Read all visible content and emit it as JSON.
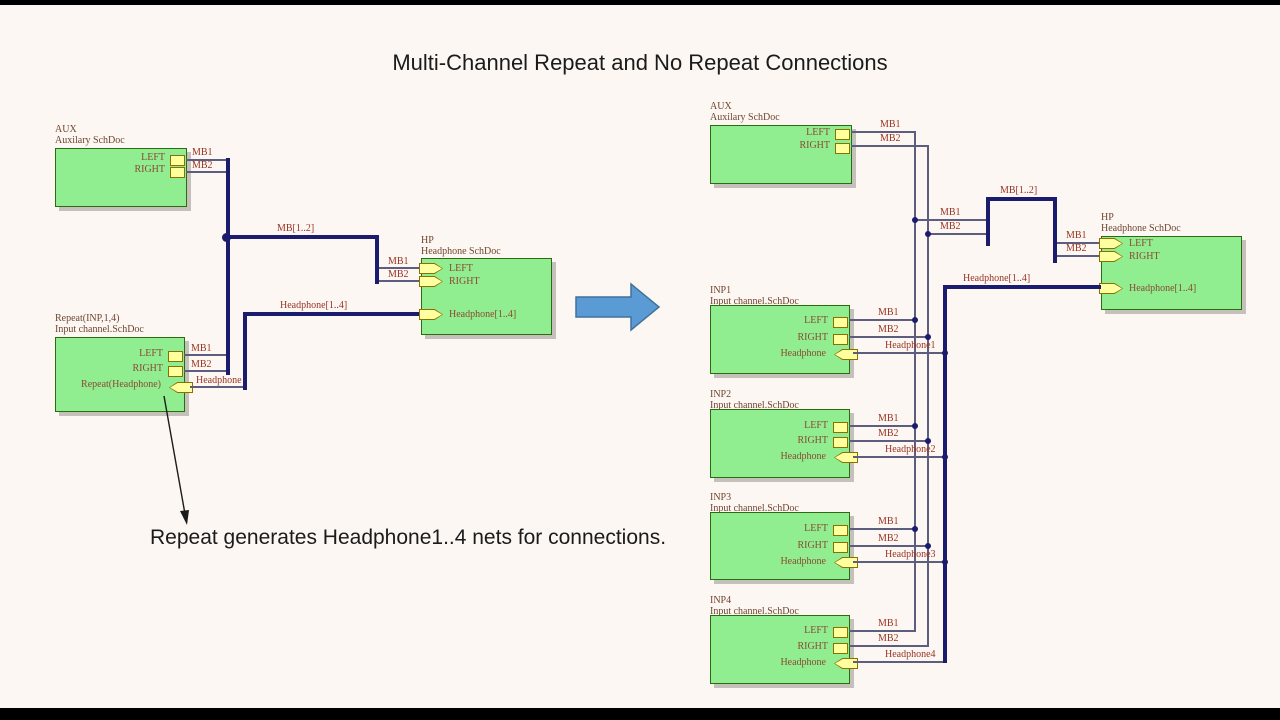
{
  "title": "Multi-Channel Repeat and No Repeat Connections",
  "annotation": "Repeat generates Headphone1..4 nets for connections.",
  "colors": {
    "background": "#fcf7f3",
    "block_fill": "#90ee90",
    "block_border": "#2d6a12",
    "bus_wire": "#1c1c6e",
    "signal_wire": "#5d5d7e",
    "net_label": "#993322",
    "port_fill": "#ffffa0",
    "flow_arrow_fill": "#5b9bd5",
    "flow_arrow_border": "#41719c"
  },
  "nets": {
    "mb1": "MB1",
    "mb2": "MB2",
    "mb_bus": "MB[1..2]",
    "hp_bus": "Headphone[1..4]",
    "headphone": "Headphone",
    "hp1": "Headphone1",
    "hp2": "Headphone2",
    "hp3": "Headphone3",
    "hp4": "Headphone4"
  },
  "blocks": {
    "aux_left": {
      "designator": "AUX",
      "file": "Auxilary SchDoc",
      "port_left": "LEFT",
      "port_right": "RIGHT"
    },
    "repeat_left": {
      "designator": "Repeat(INP,1,4)",
      "file": "Input channel.SchDoc",
      "port_left": "LEFT",
      "port_right": "RIGHT",
      "port_repeat": "Repeat(Headphone)"
    },
    "hp_left": {
      "designator": "HP",
      "file": "Headphone SchDoc",
      "port_left": "LEFT",
      "port_right": "RIGHT",
      "port_bus": "Headphone[1..4]"
    },
    "aux_right": {
      "designator": "AUX",
      "file": "Auxilary SchDoc",
      "port_left": "LEFT",
      "port_right": "RIGHT"
    },
    "inp1": {
      "designator": "INP1",
      "file": "Input channel.SchDoc",
      "port_left": "LEFT",
      "port_right": "RIGHT",
      "port_hp": "Headphone"
    },
    "inp2": {
      "designator": "INP2",
      "file": "Input channel.SchDoc",
      "port_left": "LEFT",
      "port_right": "RIGHT",
      "port_hp": "Headphone"
    },
    "inp3": {
      "designator": "INP3",
      "file": "Input channel.SchDoc",
      "port_left": "LEFT",
      "port_right": "RIGHT",
      "port_hp": "Headphone"
    },
    "inp4": {
      "designator": "INP4",
      "file": "Input channel.SchDoc",
      "port_left": "LEFT",
      "port_right": "RIGHT",
      "port_hp": "Headphone"
    },
    "hp_right": {
      "designator": "HP",
      "file": "Headphone SchDoc",
      "port_left": "LEFT",
      "port_right": "RIGHT",
      "port_bus": "Headphone[1..4]"
    }
  }
}
